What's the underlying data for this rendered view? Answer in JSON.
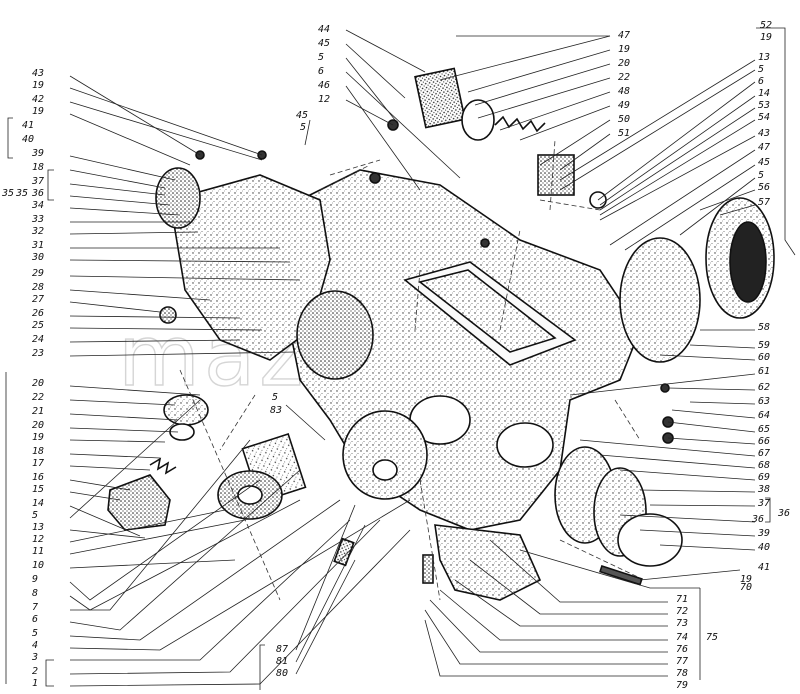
{
  "diagram": {
    "watermark": "mazikpv",
    "left_labels": [
      "43",
      "19",
      "42",
      "19",
      "41",
      "40",
      "39",
      "18",
      "37",
      "36",
      "35",
      "34",
      "33",
      "32",
      "31",
      "30",
      "29",
      "28",
      "27",
      "26",
      "25",
      "24",
      "23",
      "20",
      "22",
      "21",
      "20",
      "19",
      "18",
      "17",
      "16",
      "15",
      "14",
      "5",
      "13",
      "12",
      "11",
      "10",
      "9",
      "8",
      "7",
      "6",
      "5",
      "4",
      "3",
      "2",
      "1"
    ],
    "right_labels": [
      "52",
      "19",
      "13",
      "5",
      "6",
      "14",
      "53",
      "54",
      "43",
      "47",
      "45",
      "5",
      "56",
      "57",
      "58",
      "59",
      "60",
      "61",
      "62",
      "63",
      "64",
      "65",
      "66",
      "67",
      "68",
      "69",
      "38",
      "37",
      "36",
      "39",
      "40",
      "41",
      "19",
      "70",
      "71",
      "72",
      "73",
      "74",
      "76",
      "77",
      "78",
      "79"
    ],
    "top_labels": [
      "44",
      "45",
      "5",
      "6",
      "46",
      "12",
      "45",
      "5",
      "47",
      "19",
      "20",
      "22",
      "48",
      "49",
      "50",
      "51"
    ],
    "bottom_labels": [
      "87",
      "81",
      "80"
    ],
    "middle_labels": [
      "5",
      "83"
    ],
    "group_labels": [
      "35",
      "36",
      "75"
    ]
  }
}
